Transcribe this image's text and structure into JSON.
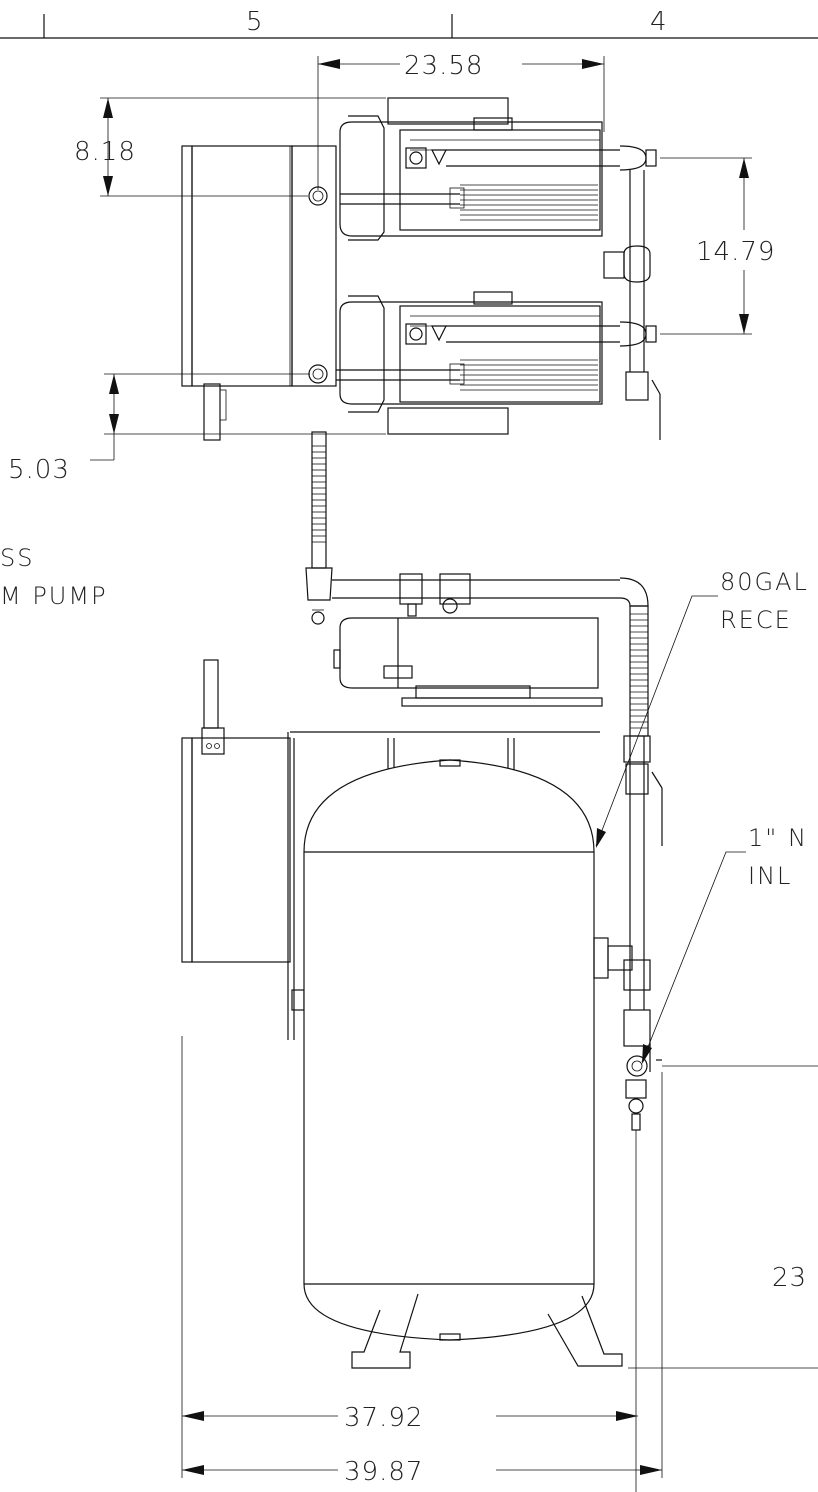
{
  "border": {
    "zone_5": "5",
    "zone_4": "4"
  },
  "dimensions": {
    "d1": "23.58",
    "d2": "8.18",
    "d3": "14.79",
    "d4": "5.03",
    "d5": "37.92",
    "d6": "39.87",
    "d7": "23"
  },
  "labels": {
    "pump_line1": "SS",
    "pump_line2": "M PUMP",
    "receiver_line1": "80GAL",
    "receiver_line2": "RECE",
    "inlet_line1": "1\" N",
    "inlet_line2": "INL"
  }
}
